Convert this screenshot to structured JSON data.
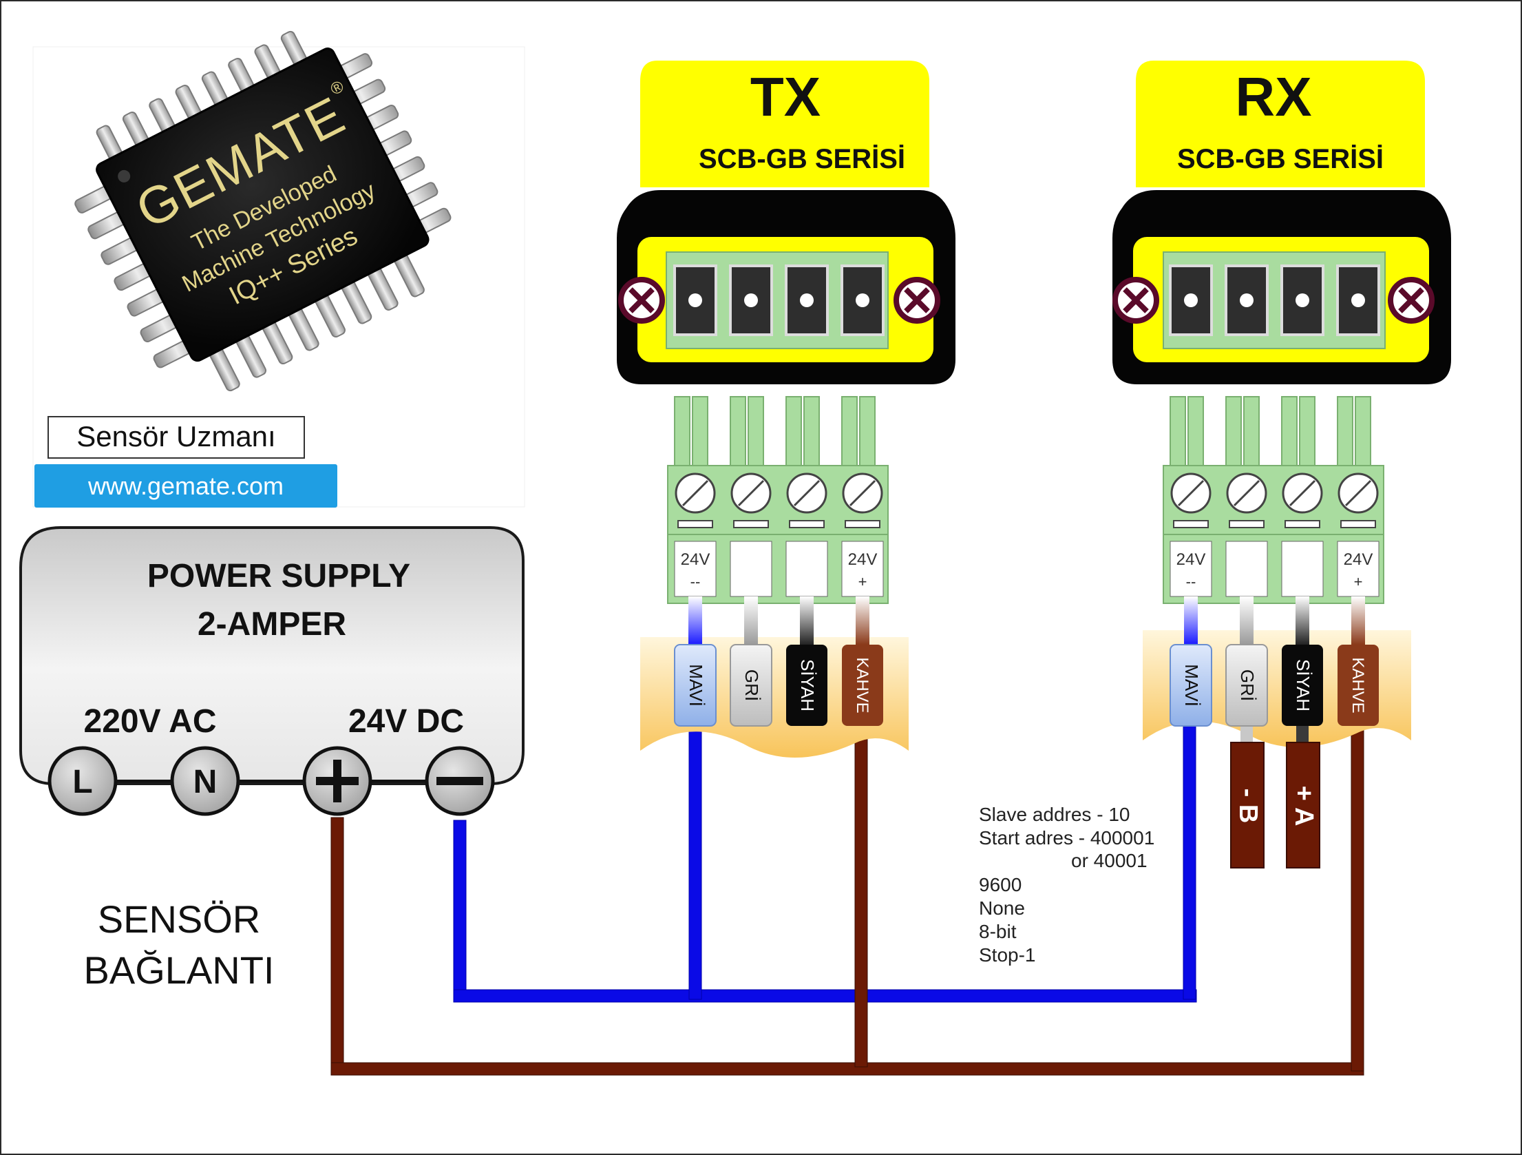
{
  "logo": {
    "brand": "GEMATE",
    "registered": "®",
    "line1": "The Developed",
    "line2": "Machine Technology",
    "line3": "IQ++ Series",
    "tagline": "Sensör Uzmanı",
    "url": "www.gemate.com"
  },
  "power_supply": {
    "title": "POWER SUPPLY",
    "rating": "2-AMPER",
    "ac_label": "220V AC",
    "dc_label": "24V DC",
    "terminal_l": "L",
    "terminal_n": "N"
  },
  "caption": {
    "line1": "SENSÖR",
    "line2": "BAĞLANTI"
  },
  "tx": {
    "title": "TX",
    "series": "SCB-GB SERİSİ",
    "pin1_top": "24V",
    "pin1_bottom": "--",
    "pin4_top": "24V",
    "pin4_bottom": "+"
  },
  "rx": {
    "title": "RX",
    "series": "SCB-GB SERİSİ",
    "pin1_top": "24V",
    "pin1_bottom": "--",
    "pin4_top": "24V",
    "pin4_bottom": "+"
  },
  "wires": {
    "blue": "MAVİ",
    "gray": "GRİ",
    "black": "SİYAH",
    "brown": "KAHVE"
  },
  "rs485": {
    "minus_b": "- B",
    "plus_a": "+ A"
  },
  "settings": {
    "line1": "Slave addres - 10",
    "line2": "Start adres - 400001",
    "line3": "or  40001",
    "line4": "9600",
    "line5": "None",
    "line6": "8-bit",
    "line7": "Stop-1"
  },
  "colors": {
    "yellow": "#ffff00",
    "blue_wire": "#0a0ae6",
    "brown_wire": "#6b1a05",
    "terminal_green": "#a9dc9f"
  }
}
